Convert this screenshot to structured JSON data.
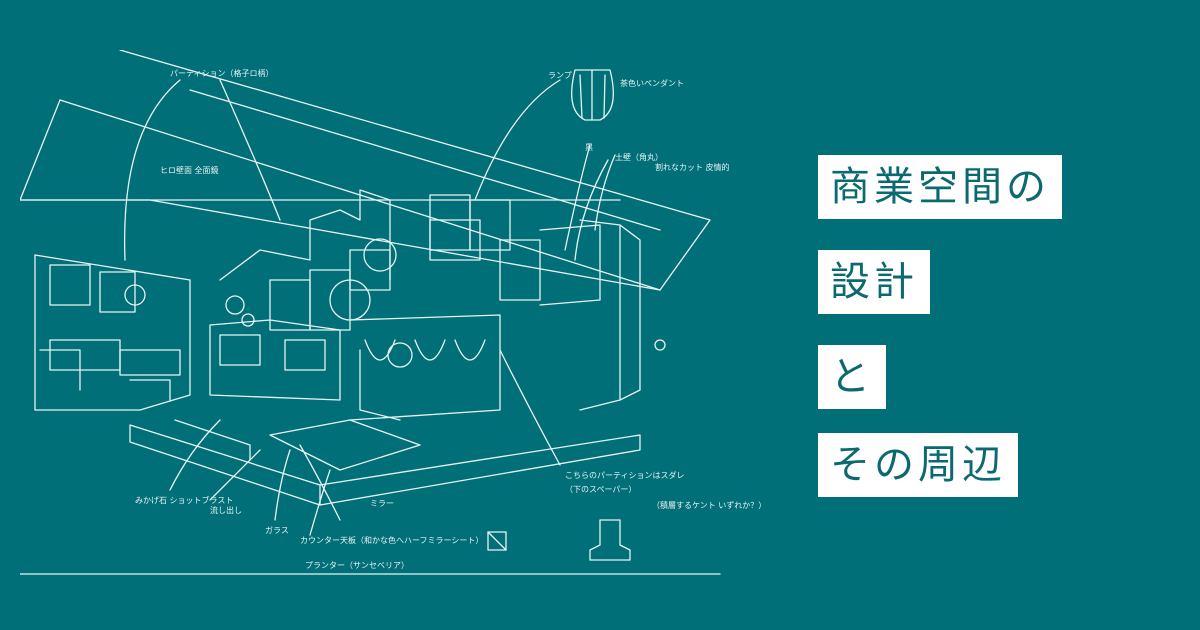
{
  "title_lines": [
    "商業空間の",
    "設計",
    "と",
    "その周辺"
  ],
  "annotations": {
    "partition_top": "パーティション（格子ロ柄）",
    "lamp": "ランプ",
    "lamp_note": "茶色いペンダント",
    "wall_left": "ヒロ壁面 全面鏡",
    "black": "黒",
    "wall_right_1": "土壁（角丸）",
    "wall_right_2": "割れなカット 皮情的",
    "partition_right": "こちらのパーティションはスダレ",
    "partition_right_sub": "（下のスペーパー）",
    "right_note": "（積層するケント いずれか？）",
    "stone": "みかげ石 ショットブラスト",
    "flow": "流し出し",
    "glass": "ガラス",
    "mirror": "ミラー",
    "planter_note": "カウンター天板（和かな色へハーフミラーシート）",
    "planter": "プランター（サンセベリア）"
  }
}
